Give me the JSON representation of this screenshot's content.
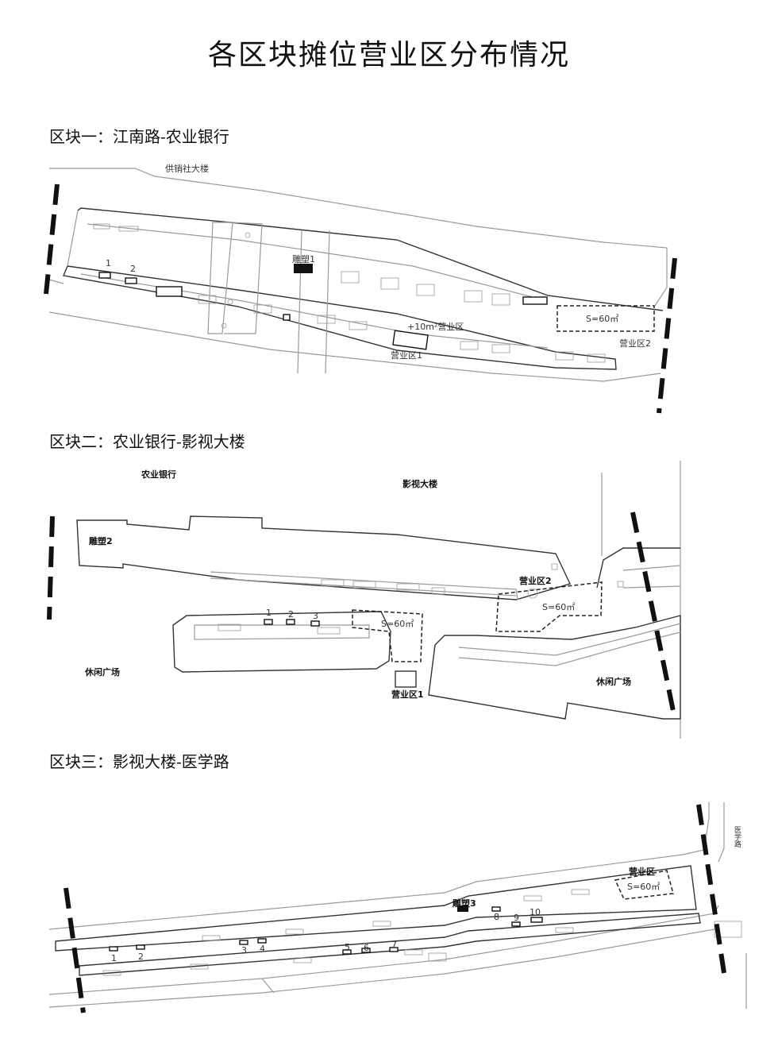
{
  "page": {
    "title": "各区块摊位营业区分布情况"
  },
  "section1": {
    "heading": "区块一：江南路-农业银行",
    "top_building": "供销社大楼",
    "sculpture": "雕塑1",
    "stalls": [
      "1",
      "2"
    ],
    "extra_zone": "+10m²营业区",
    "zone1": "营业区1",
    "zone2": "营业区2",
    "area": "S=60㎡"
  },
  "section2": {
    "heading": "区块二：农业银行-影视大楼",
    "bank": "农业银行",
    "cinema": "影视大楼",
    "sculpture": "雕塑2",
    "stalls": [
      "1",
      "2",
      "3"
    ],
    "zone1": "营业区1",
    "zone2": "营业区2",
    "area_a": "S=60㎡",
    "area_b": "S=60㎡",
    "plaza_left": "休闲广场",
    "plaza_right": "休闲广场"
  },
  "section3": {
    "heading": "区块三：影视大楼-医学路",
    "road": "医学路",
    "sculpture": "雕塑3",
    "zone": "营业区",
    "area": "S=60㎡",
    "stalls": [
      "1",
      "2",
      "3",
      "4",
      "5",
      "6",
      "7",
      "8",
      "9",
      "10"
    ]
  }
}
